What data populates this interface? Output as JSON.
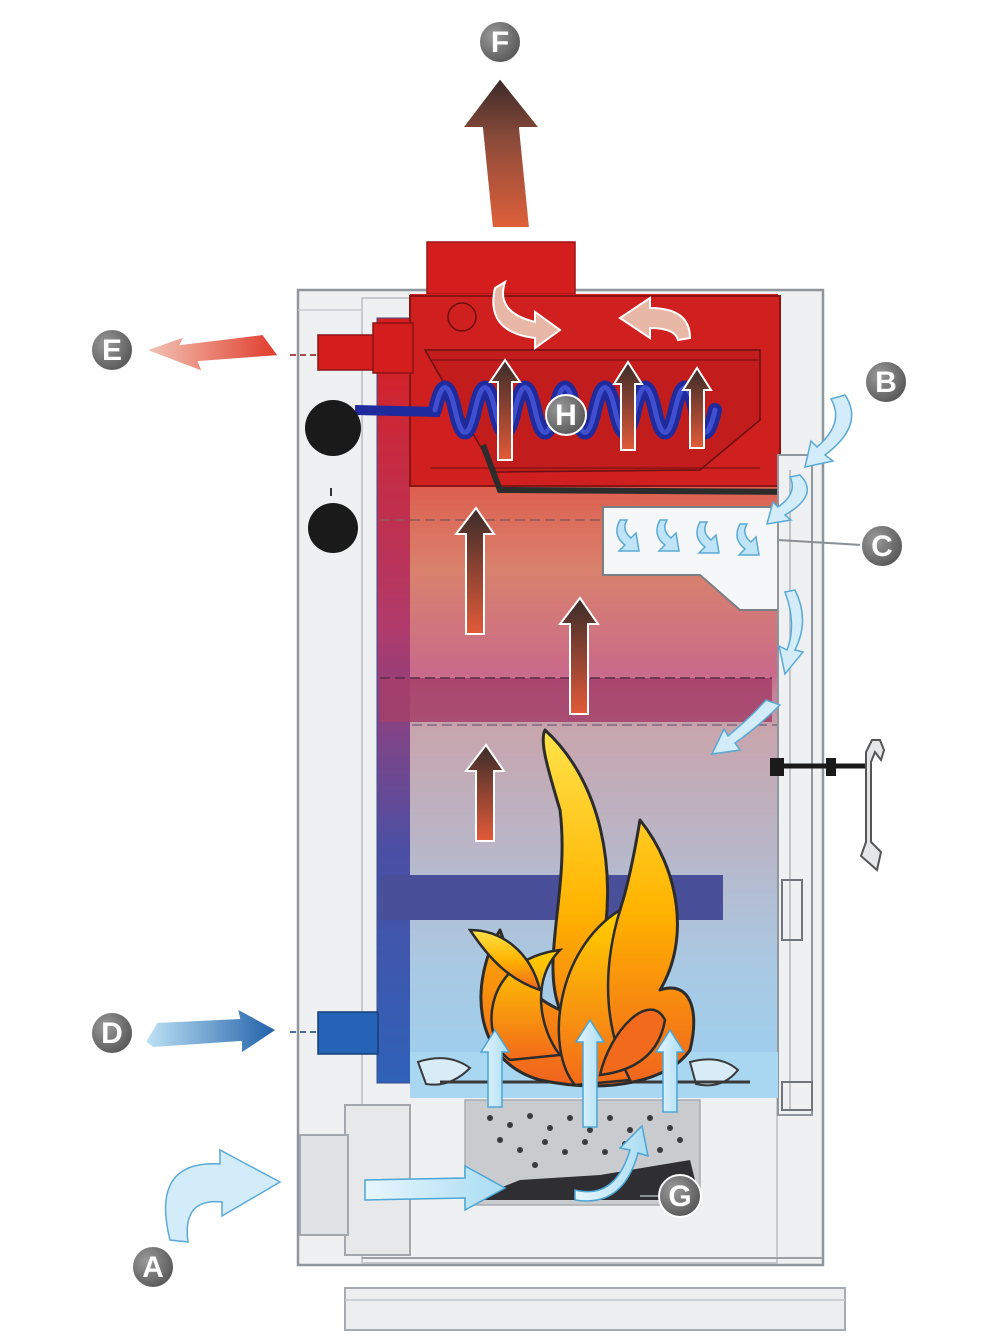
{
  "callouts": {
    "A": {
      "letter": "A",
      "meaning": "primary-air-inlet"
    },
    "B": {
      "letter": "B",
      "meaning": "secondary-air-inlet"
    },
    "C": {
      "letter": "C",
      "meaning": "secondary-air-channel"
    },
    "D": {
      "letter": "D",
      "meaning": "cold-water-return"
    },
    "E": {
      "letter": "E",
      "meaning": "hot-water-outlet"
    },
    "F": {
      "letter": "F",
      "meaning": "flue-gas-outlet"
    },
    "G": {
      "letter": "G",
      "meaning": "ash-pan"
    },
    "H": {
      "letter": "H",
      "meaning": "heat-exchanger-coil"
    }
  },
  "colors": {
    "hot": "#d81e1e",
    "warm": "#e05a3a",
    "cool": "#4a6fb8",
    "cold": "#8fc6ea",
    "callout_fill": "#6a6a6a",
    "casing": "#eef0f2",
    "outline": "#9aa0a6",
    "coil": "#1f2a9c",
    "flame_yellow": "#ffd400",
    "flame_orange": "#f7941d",
    "air_arrow": "#bfe4f7"
  }
}
